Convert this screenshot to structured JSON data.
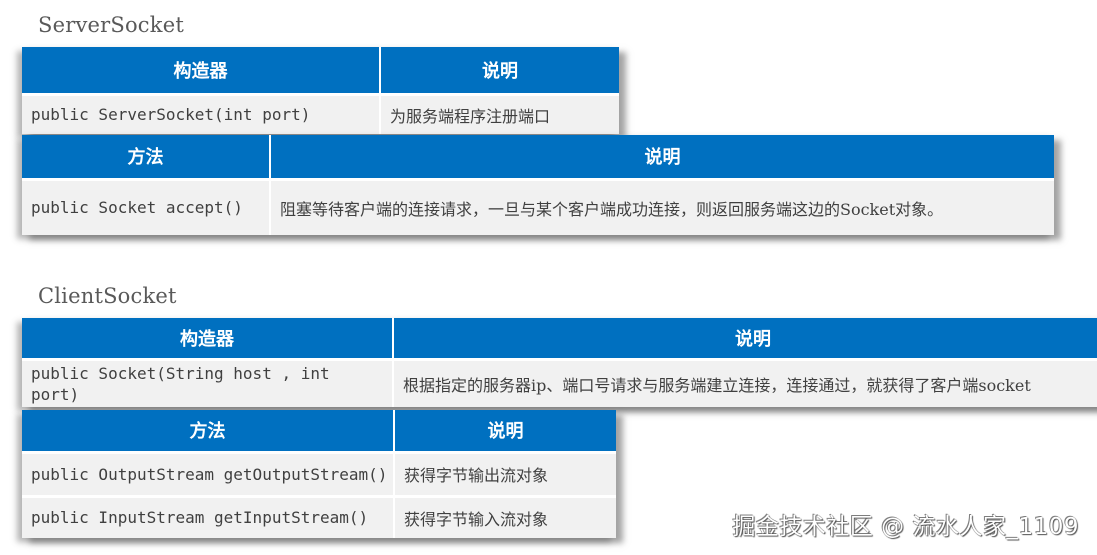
{
  "server_section": {
    "title": "ServerSocket",
    "constructor_table": {
      "headers": [
        "构造器",
        "说明"
      ],
      "rows": [
        {
          "signature": "public ServerSocket(int port)",
          "description": "为服务端程序注册端口"
        }
      ]
    },
    "method_table": {
      "headers": [
        "方法",
        "说明"
      ],
      "rows": [
        {
          "signature": "public Socket accept()",
          "description": "阻塞等待客户端的连接请求，一旦与某个客户端成功连接，则返回服务端这边的Socket对象。"
        }
      ]
    }
  },
  "client_section": {
    "title": "ClientSocket",
    "constructor_table": {
      "headers": [
        "构造器",
        "说明"
      ],
      "rows": [
        {
          "signature": "public Socket(String host , int port)",
          "description": "根据指定的服务器ip、端口号请求与服务端建立连接，连接通过，就获得了客户端socket"
        }
      ]
    },
    "method_table": {
      "headers": [
        "方法",
        "说明"
      ],
      "rows": [
        {
          "signature": "public OutputStream getOutputStream()",
          "description": "获得字节输出流对象"
        },
        {
          "signature": "public InputStream getInputStream()",
          "description": "获得字节输入流对象"
        }
      ]
    }
  },
  "watermark": "掘金技术社区 @ 流水人家_1109",
  "colors": {
    "header_bg": "#0070c0",
    "cell_bg": "#f1f1f1",
    "title_text": "#595959"
  }
}
